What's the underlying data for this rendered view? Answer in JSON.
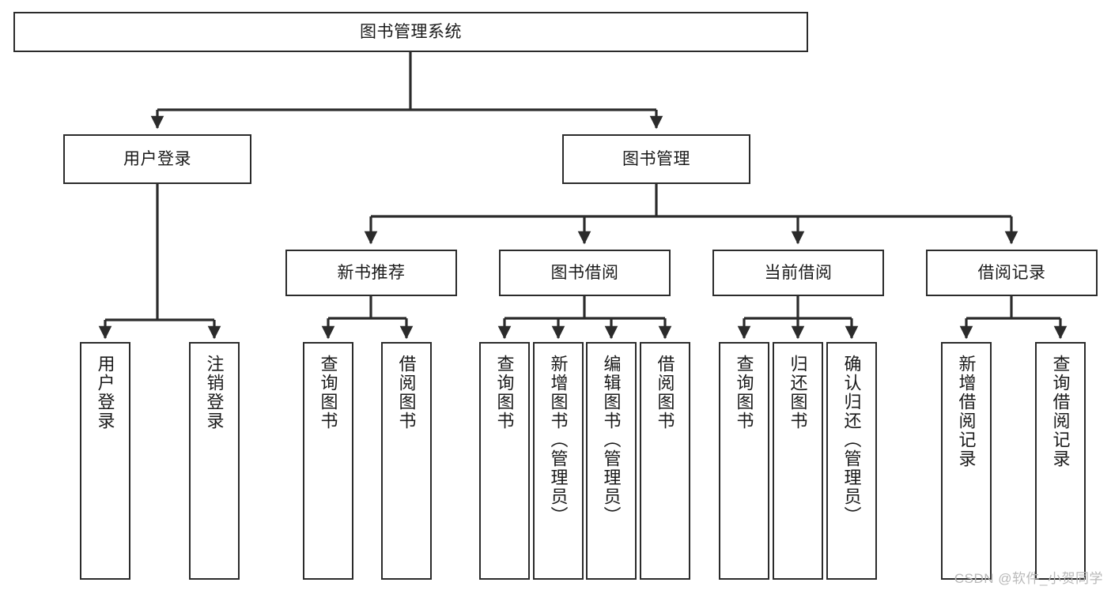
{
  "diagram": {
    "title": "图书管理系统",
    "type": "tree-hierarchy",
    "watermark": "CSDN @软件_小贺同学",
    "colors": {
      "stroke": "#2b2b2b",
      "fill": "#ffffff",
      "text": "#1a1a1a",
      "watermark": "#b9b9b9"
    },
    "levels": {
      "root": {
        "label": "图书管理系统"
      },
      "level2": [
        {
          "id": "user-login",
          "label": "用户登录"
        },
        {
          "id": "book-manage",
          "label": "图书管理"
        }
      ],
      "level3": [
        {
          "id": "new-book-recommend",
          "label": "新书推荐"
        },
        {
          "id": "book-borrow",
          "label": "图书借阅"
        },
        {
          "id": "current-borrow",
          "label": "当前借阅"
        },
        {
          "id": "borrow-record",
          "label": "借阅记录"
        }
      ],
      "leaves": [
        {
          "id": "leaf-user-login",
          "label": "用户登录",
          "parent": "user-login"
        },
        {
          "id": "leaf-logout-login",
          "label": "注销登录",
          "parent": "user-login"
        },
        {
          "id": "leaf-query-book-1",
          "label": "查询图书",
          "parent": "new-book-recommend"
        },
        {
          "id": "leaf-borrow-book-1",
          "label": "借阅图书",
          "parent": "new-book-recommend"
        },
        {
          "id": "leaf-query-book-2",
          "label": "查询图书",
          "parent": "book-borrow"
        },
        {
          "id": "leaf-add-book",
          "label": "新增图书（管理员）",
          "parent": "book-borrow"
        },
        {
          "id": "leaf-edit-book",
          "label": "编辑图书（管理员）",
          "parent": "book-borrow"
        },
        {
          "id": "leaf-borrow-book-2",
          "label": "借阅图书",
          "parent": "book-borrow"
        },
        {
          "id": "leaf-query-book-3",
          "label": "查询图书",
          "parent": "current-borrow"
        },
        {
          "id": "leaf-return-book",
          "label": "归还图书",
          "parent": "current-borrow"
        },
        {
          "id": "leaf-confirm-return",
          "label": "确认归还（管理员）",
          "parent": "current-borrow"
        },
        {
          "id": "leaf-add-record",
          "label": "新增借阅记录",
          "parent": "borrow-record"
        },
        {
          "id": "leaf-query-record",
          "label": "查询借阅记录",
          "parent": "borrow-record"
        }
      ]
    }
  }
}
